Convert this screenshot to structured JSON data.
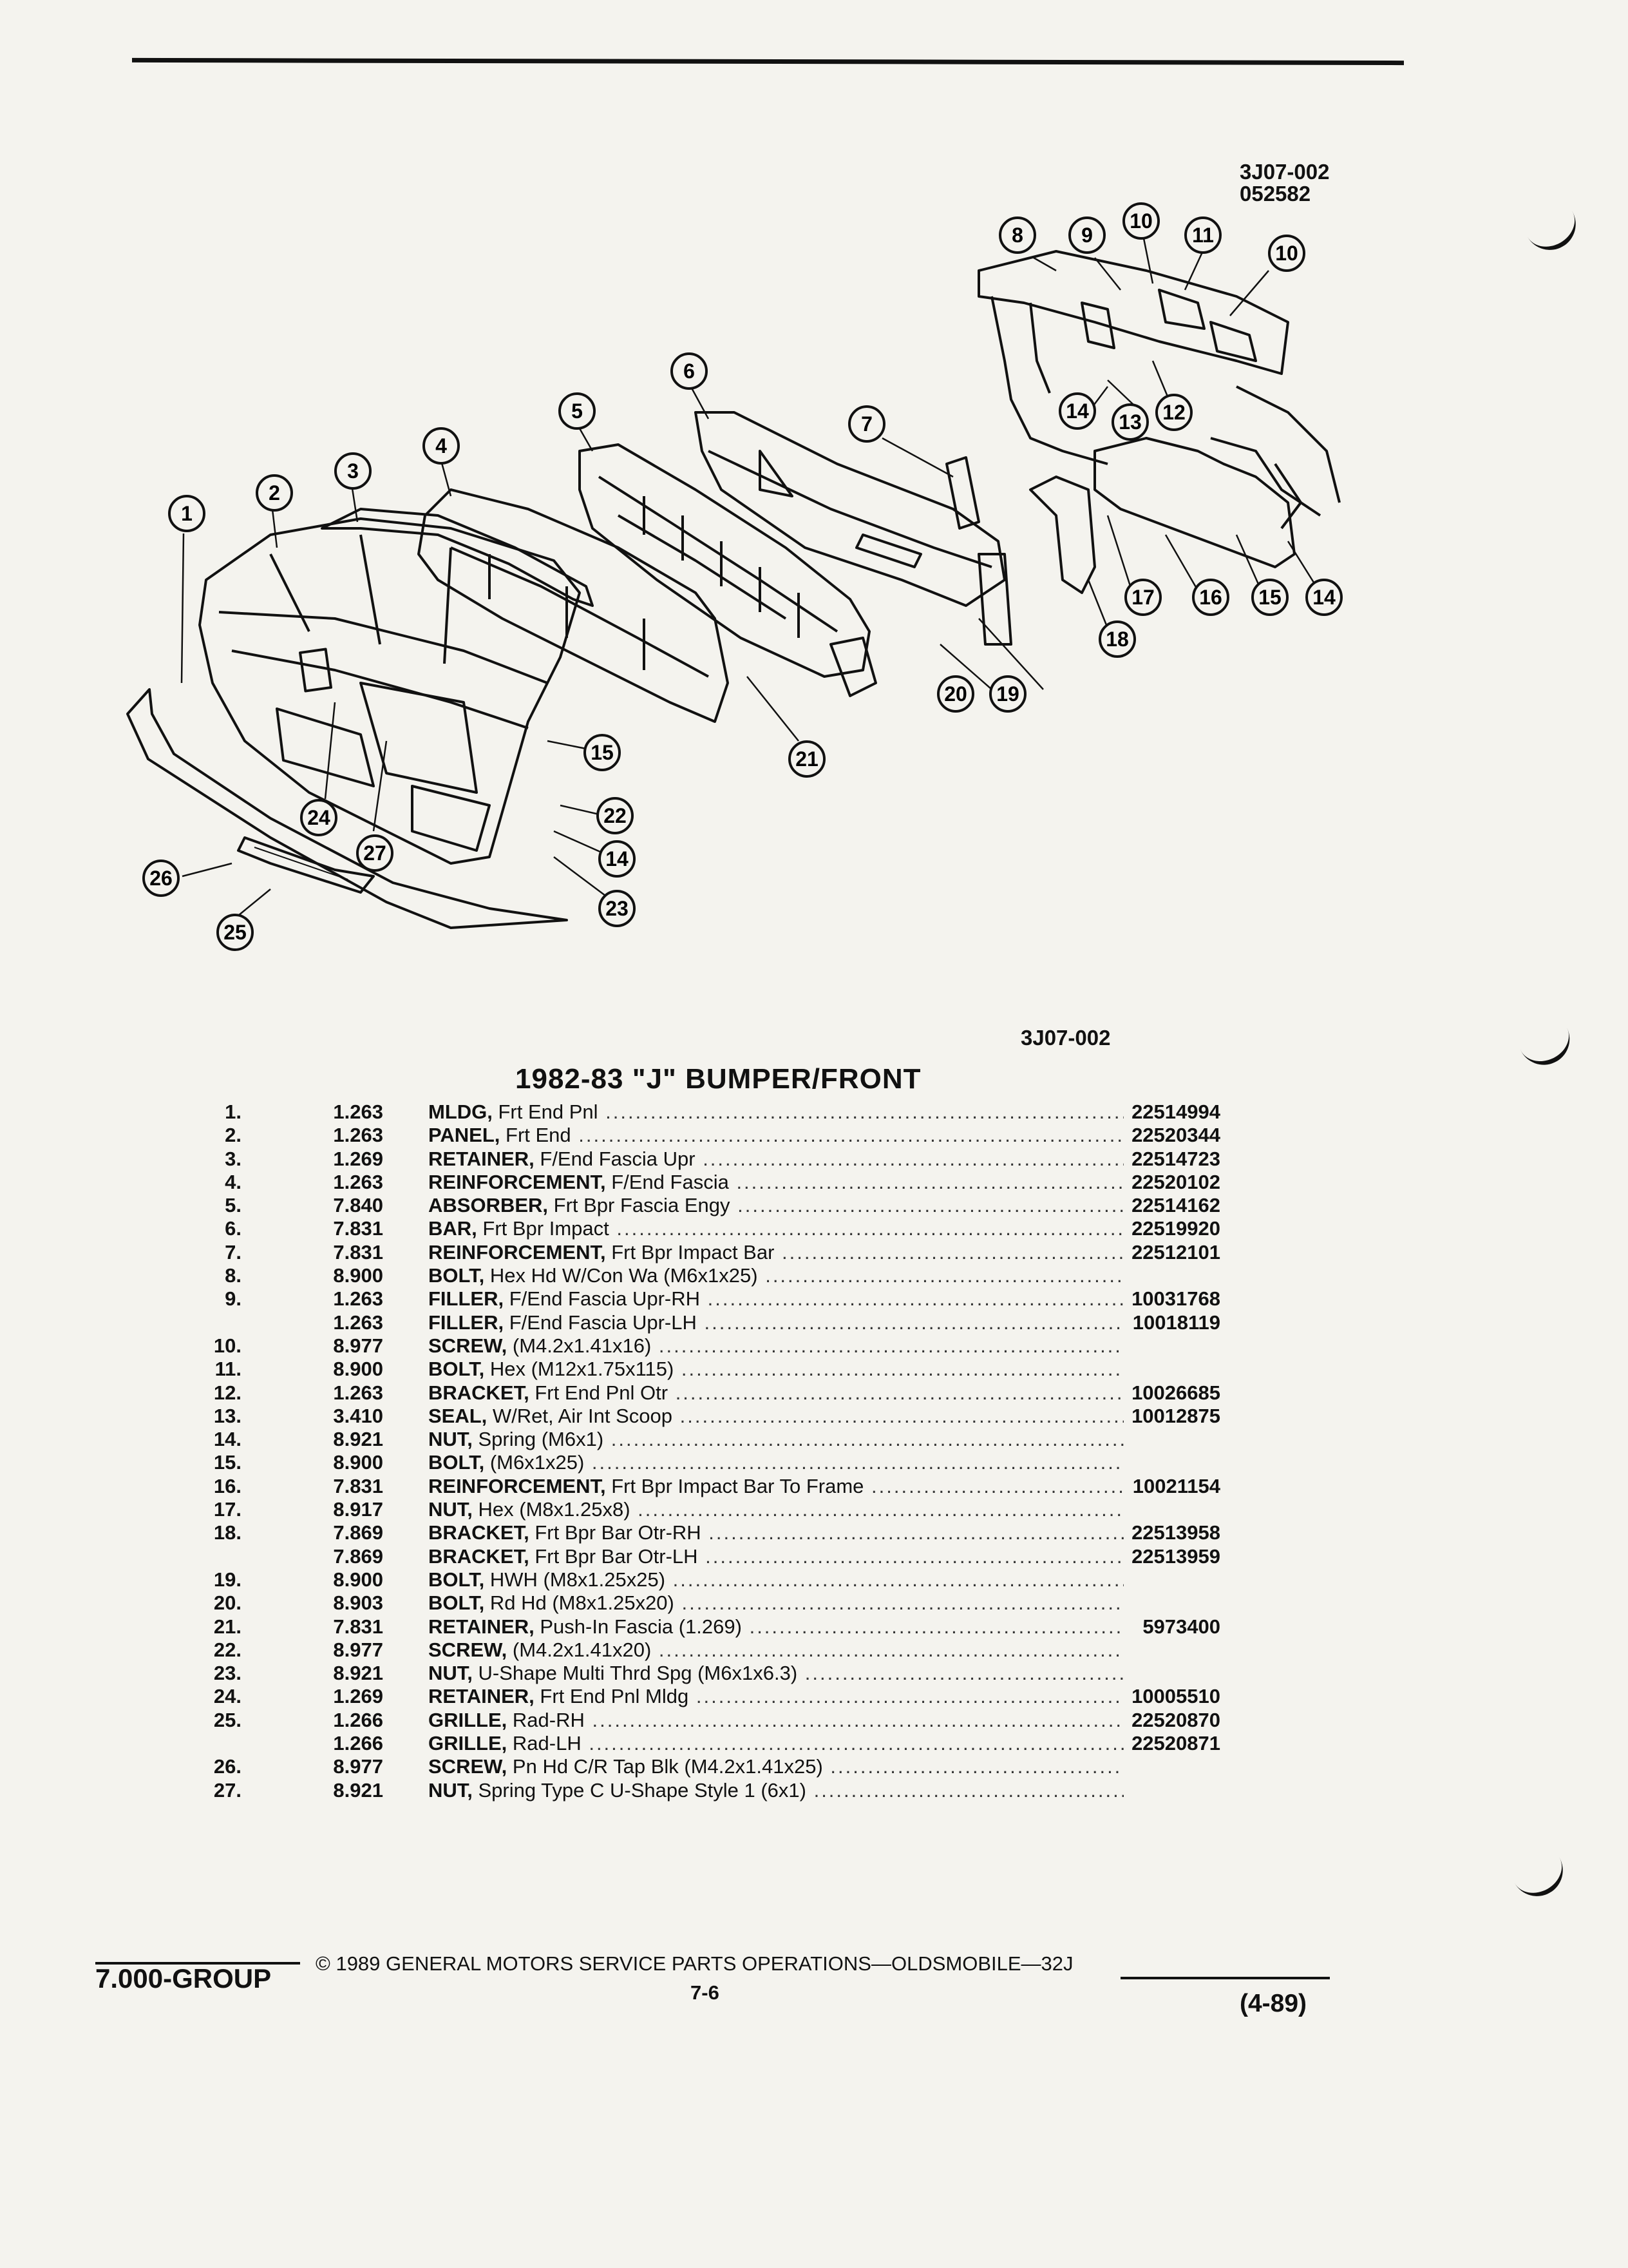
{
  "drawing": {
    "code_top": "3J07-002",
    "date_code": "052582",
    "code_bottom": "3J07-002"
  },
  "callouts": [
    "1",
    "2",
    "3",
    "4",
    "5",
    "6",
    "7",
    "8",
    "9",
    "10",
    "11",
    "10",
    "12",
    "13",
    "14",
    "17",
    "16",
    "15",
    "14",
    "18",
    "19",
    "20",
    "21",
    "15",
    "22",
    "14",
    "23",
    "24",
    "27",
    "26",
    "25"
  ],
  "table": {
    "title": "1982-83 \"J\" BUMPER/FRONT",
    "rows": [
      {
        "idx": "1.",
        "group": "1.263",
        "name": "MLDG,",
        "spec": "Frt End Pnl",
        "part": "22514994"
      },
      {
        "idx": "2.",
        "group": "1.263",
        "name": "PANEL,",
        "spec": "Frt End",
        "part": "22520344"
      },
      {
        "idx": "3.",
        "group": "1.269",
        "name": "RETAINER,",
        "spec": "F/End Fascia Upr",
        "part": "22514723"
      },
      {
        "idx": "4.",
        "group": "1.263",
        "name": "REINFORCEMENT,",
        "spec": "F/End Fascia",
        "part": "22520102"
      },
      {
        "idx": "5.",
        "group": "7.840",
        "name": "ABSORBER,",
        "spec": "Frt Bpr Fascia Engy",
        "part": "22514162"
      },
      {
        "idx": "6.",
        "group": "7.831",
        "name": "BAR,",
        "spec": "Frt Bpr Impact",
        "part": "22519920"
      },
      {
        "idx": "7.",
        "group": "7.831",
        "name": "REINFORCEMENT,",
        "spec": "Frt Bpr Impact Bar",
        "part": "22512101"
      },
      {
        "idx": "8.",
        "group": "8.900",
        "name": "BOLT,",
        "spec": "Hex Hd W/Con Wa (M6x1x25)",
        "part": ""
      },
      {
        "idx": "9.",
        "group": "1.263",
        "name": "FILLER,",
        "spec": "F/End Fascia Upr-RH",
        "part": "10031768"
      },
      {
        "idx": "",
        "group": "1.263",
        "name": "FILLER,",
        "spec": "F/End Fascia Upr-LH",
        "part": "10018119"
      },
      {
        "idx": "10.",
        "group": "8.977",
        "name": "SCREW,",
        "spec": "(M4.2x1.41x16)",
        "part": ""
      },
      {
        "idx": "11.",
        "group": "8.900",
        "name": "BOLT,",
        "spec": "Hex (M12x1.75x115)",
        "part": ""
      },
      {
        "idx": "12.",
        "group": "1.263",
        "name": "BRACKET,",
        "spec": "Frt End Pnl Otr",
        "part": "10026685"
      },
      {
        "idx": "13.",
        "group": "3.410",
        "name": "SEAL,",
        "spec": "W/Ret, Air Int Scoop",
        "part": "10012875"
      },
      {
        "idx": "14.",
        "group": "8.921",
        "name": "NUT,",
        "spec": "Spring (M6x1)",
        "part": ""
      },
      {
        "idx": "15.",
        "group": "8.900",
        "name": "BOLT,",
        "spec": "(M6x1x25)",
        "part": ""
      },
      {
        "idx": "16.",
        "group": "7.831",
        "name": "REINFORCEMENT,",
        "spec": "Frt Bpr Impact Bar To Frame",
        "part": "10021154"
      },
      {
        "idx": "17.",
        "group": "8.917",
        "name": "NUT,",
        "spec": "Hex (M8x1.25x8)",
        "part": ""
      },
      {
        "idx": "18.",
        "group": "7.869",
        "name": "BRACKET,",
        "spec": "Frt Bpr Bar Otr-RH",
        "part": "22513958"
      },
      {
        "idx": "",
        "group": "7.869",
        "name": "BRACKET,",
        "spec": "Frt Bpr Bar Otr-LH",
        "part": "22513959"
      },
      {
        "idx": "19.",
        "group": "8.900",
        "name": "BOLT,",
        "spec": "HWH (M8x1.25x25)",
        "part": ""
      },
      {
        "idx": "20.",
        "group": "8.903",
        "name": "BOLT,",
        "spec": "Rd Hd (M8x1.25x20)",
        "part": ""
      },
      {
        "idx": "21.",
        "group": "7.831",
        "name": "RETAINER,",
        "spec": "Push-In Fascia (1.269)",
        "part": "5973400"
      },
      {
        "idx": "22.",
        "group": "8.977",
        "name": "SCREW,",
        "spec": "(M4.2x1.41x20)",
        "part": ""
      },
      {
        "idx": "23.",
        "group": "8.921",
        "name": "NUT,",
        "spec": "U-Shape Multi Thrd Spg (M6x1x6.3)",
        "part": ""
      },
      {
        "idx": "24.",
        "group": "1.269",
        "name": "RETAINER,",
        "spec": "Frt End Pnl Mldg",
        "part": "10005510"
      },
      {
        "idx": "25.",
        "group": "1.266",
        "name": "GRILLE,",
        "spec": "Rad-RH",
        "part": "22520870"
      },
      {
        "idx": "",
        "group": "1.266",
        "name": "GRILLE,",
        "spec": "Rad-LH",
        "part": "22520871"
      },
      {
        "idx": "26.",
        "group": "8.977",
        "name": "SCREW,",
        "spec": "Pn Hd C/R Tap Blk (M4.2x1.41x25)",
        "part": ""
      },
      {
        "idx": "27.",
        "group": "8.921",
        "name": "NUT,",
        "spec": "Spring Type C U-Shape Style 1 (6x1)",
        "part": ""
      }
    ]
  },
  "footer": {
    "group": "7.000-GROUP",
    "copyright": "© 1989 GENERAL MOTORS SERVICE PARTS OPERATIONS—OLDSMOBILE—32J",
    "page": "7-6",
    "revision": "(4-89)"
  },
  "colors": {
    "ink": "#111111",
    "paper": "#f4f3ee"
  }
}
